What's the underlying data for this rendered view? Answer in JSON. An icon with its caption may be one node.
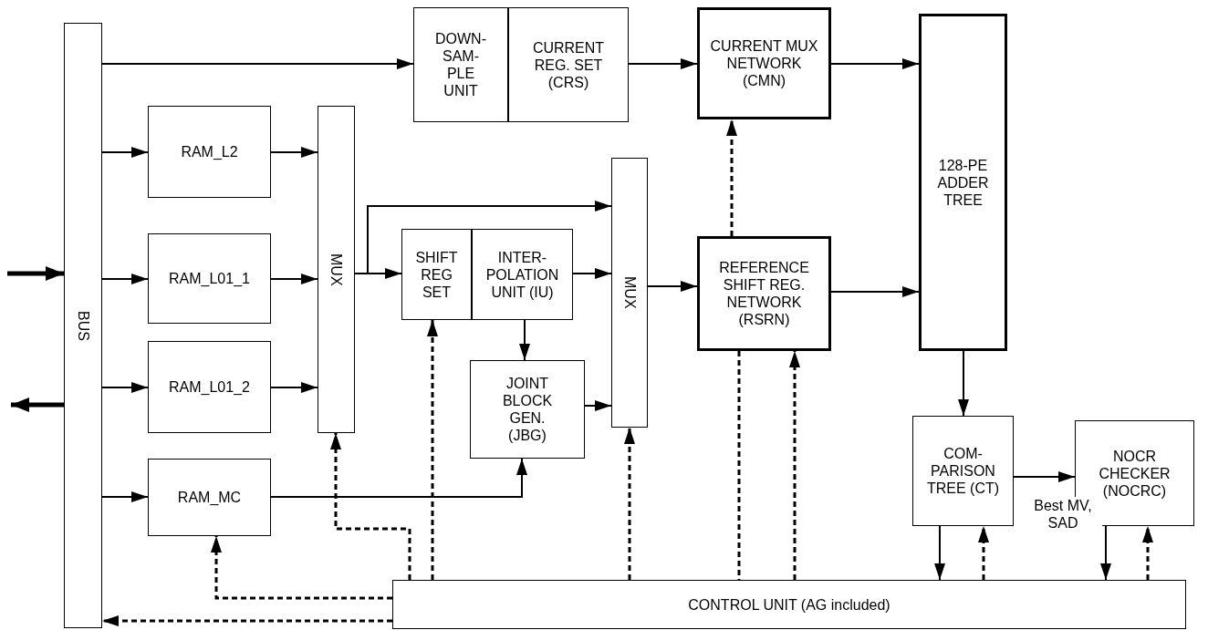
{
  "diagram": {
    "nodes": [
      {
        "text": [
          "BUS"
        ]
      },
      {
        "text": [
          "DOWN- SAM- PLE UNIT"
        ]
      },
      {
        "text": [
          "CURRENT REG. SET (CRS)"
        ]
      },
      {
        "text": [
          "CURRENT MUX NETWORK (CMN)"
        ]
      },
      {
        "text": [
          "128-PE ADDER TREE"
        ]
      },
      {
        "text": [
          "RAM_L2"
        ]
      },
      {
        "text": [
          "RAM_L01_1"
        ]
      },
      {
        "text": [
          "RAM_L01_2"
        ]
      },
      {
        "text": [
          "RAM_MC"
        ]
      },
      {
        "text": [
          "MUX"
        ]
      },
      {
        "text": [
          "SHIFT REG SET"
        ]
      },
      {
        "text": [
          "INTER- POLATION UNIT (IU)"
        ]
      },
      {
        "text": [
          "JOINT BLOCK GEN. (JBG)"
        ]
      },
      {
        "text": [
          "MUX"
        ]
      },
      {
        "text": [
          "REFERENCE SHIFT REG. NETWORK (RSRN)"
        ]
      },
      {
        "text": [
          "COM- PARISON TREE (CT)"
        ]
      },
      {
        "text": [
          "NOCR CHECKER (NOCRC)"
        ]
      },
      {
        "text": [
          "CONTROL UNIT (AG included)"
        ]
      }
    ],
    "edges": [
      {
        "from": null,
        "to": 0,
        "arrow": "to",
        "style": "thick"
      },
      {
        "from": 0,
        "to": null,
        "arrow": "to",
        "style": "thick"
      },
      {
        "from": 0,
        "to": 1,
        "arrow": "to"
      },
      {
        "from": 0,
        "to": 5,
        "arrow": "to"
      },
      {
        "from": 0,
        "to": 6,
        "arrow": "to"
      },
      {
        "from": 0,
        "to": 7,
        "arrow": "to"
      },
      {
        "from": 0,
        "to": 8,
        "arrow": "to"
      },
      {
        "from": 5,
        "to": 9,
        "arrow": "to"
      },
      {
        "from": 6,
        "to": 9,
        "arrow": "to"
      },
      {
        "from": 7,
        "to": 9,
        "arrow": "to"
      },
      {
        "from": 9,
        "to": 13,
        "arrow": "to"
      },
      {
        "from": 9,
        "to": 10,
        "arrow": "to"
      },
      {
        "from": 11,
        "to": 13,
        "arrow": "to"
      },
      {
        "from": 11,
        "to": 12,
        "arrow": "to"
      },
      {
        "from": 12,
        "to": 13,
        "arrow": "to"
      },
      {
        "from": 8,
        "to": 12,
        "arrow": "to"
      },
      {
        "from": 13,
        "to": 14,
        "arrow": "to"
      },
      {
        "from": 2,
        "to": 3,
        "arrow": "to"
      },
      {
        "from": 3,
        "to": 4,
        "arrow": "to"
      },
      {
        "from": 14,
        "to": 3,
        "arrow": "to",
        "style": "dashed"
      },
      {
        "from": 14,
        "to": 4,
        "arrow": "to"
      },
      {
        "from": 4,
        "to": 15,
        "arrow": "to"
      },
      {
        "from": 15,
        "to": 16,
        "arrow": "to"
      },
      {
        "from": 15,
        "to": 17,
        "arrow": "to"
      },
      {
        "from": 17,
        "to": 15,
        "arrow": "to",
        "style": "dashed"
      },
      {
        "from": 16,
        "to": 17,
        "arrow": "to",
        "label": "Best MV, SAD"
      },
      {
        "from": 17,
        "to": 16,
        "arrow": "to",
        "style": "dashed"
      },
      {
        "from": 14,
        "to": 17,
        "arrow": "none",
        "style": "dashed"
      },
      {
        "from": 17,
        "to": 14,
        "arrow": "to",
        "style": "dashed"
      },
      {
        "from": 17,
        "to": 13,
        "arrow": "to",
        "style": "dashed"
      },
      {
        "from": 17,
        "to": 10,
        "arrow": "to",
        "style": "dashed"
      },
      {
        "from": 17,
        "to": 9,
        "arrow": "to",
        "style": "dashed"
      },
      {
        "from": 17,
        "to": 8,
        "arrow": "to",
        "style": "dashed"
      },
      {
        "from": 17,
        "to": 0,
        "arrow": "to",
        "style": "dashed"
      }
    ]
  }
}
